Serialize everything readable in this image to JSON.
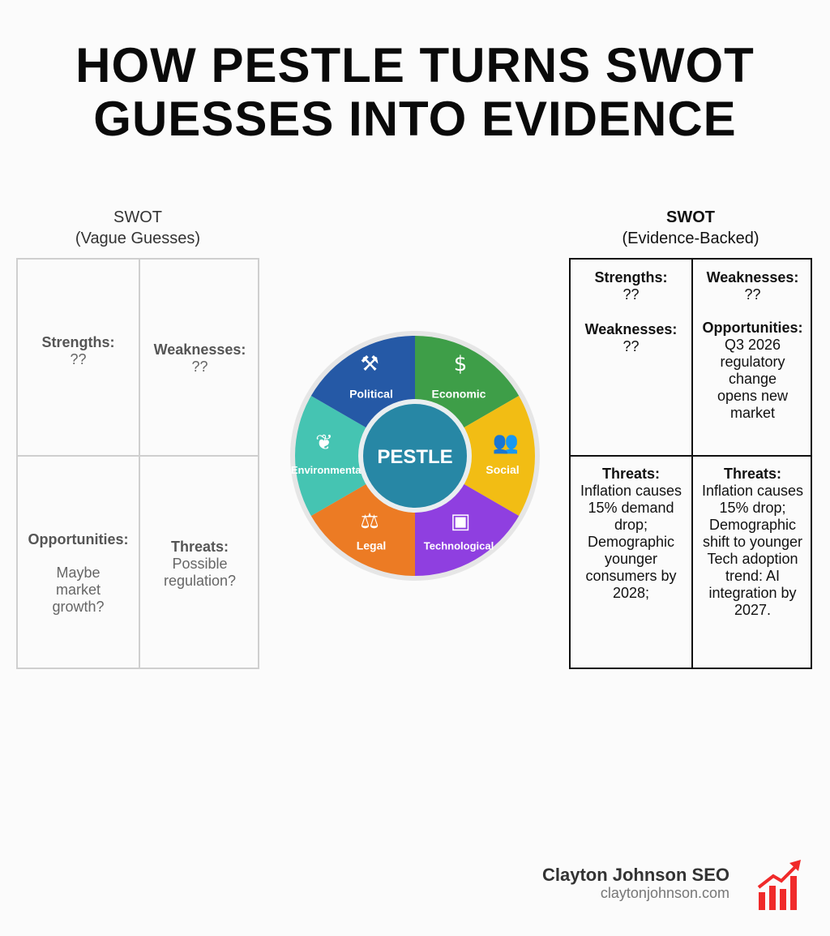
{
  "title": {
    "line1": "HOW PESTLE TURNS SWOT",
    "line2": "GUESSES INTO EVIDENCE"
  },
  "left_swot": {
    "heading": "SWOT",
    "subheading": "(Vague Guesses)",
    "cells": [
      {
        "label": "Strengths:",
        "text": "??"
      },
      {
        "label": "Weaknesses:",
        "text": "??"
      },
      {
        "label": "Opportunities:",
        "text": "Maybe market growth?"
      },
      {
        "label": "Threats:",
        "text": "Possible regulation?"
      }
    ]
  },
  "pestle": {
    "center": "PESTLE",
    "segments": [
      {
        "label": "Economic",
        "color": "#3e9e48",
        "icon": "dollar-icon"
      },
      {
        "label": "Social",
        "color": "#f2bd14",
        "icon": "people-icon"
      },
      {
        "label": "Technological",
        "color": "#8f3fe0",
        "icon": "chip-icon"
      },
      {
        "label": "Legal",
        "color": "#ec7b24",
        "icon": "scales-icon"
      },
      {
        "label": "Environmental",
        "color": "#45c4b2",
        "icon": "leaf-icon"
      },
      {
        "label": "Political",
        "color": "#2559a6",
        "icon": "gavel-icon"
      }
    ],
    "center_color": "#2787a5"
  },
  "right_swot": {
    "heading": "SWOT",
    "subheading": "(Evidence-Backed)",
    "top_left": [
      {
        "label": "Strengths:",
        "text": "??"
      },
      {
        "label": "Weaknesses:",
        "text": "??"
      }
    ],
    "top_right": [
      {
        "label": "Weaknesses:",
        "text": "??"
      },
      {
        "label": "Opportunities:",
        "text": "Q3 2026 regulatory change opens new market"
      }
    ],
    "bottom_left": {
      "label": "Threats:",
      "text": "Inflation causes 15% demand drop; Demographic younger consumers by 2028;"
    },
    "bottom_right": {
      "label": "Threats:",
      "text": "Inflation causes 15% drop; Demographic shift to younger Tech adoption trend: AI integration by 2027."
    }
  },
  "footer": {
    "name": "Clayton Johnson SEO",
    "url": "claytonjohnson.com",
    "logo_color": "#f02a2a"
  }
}
